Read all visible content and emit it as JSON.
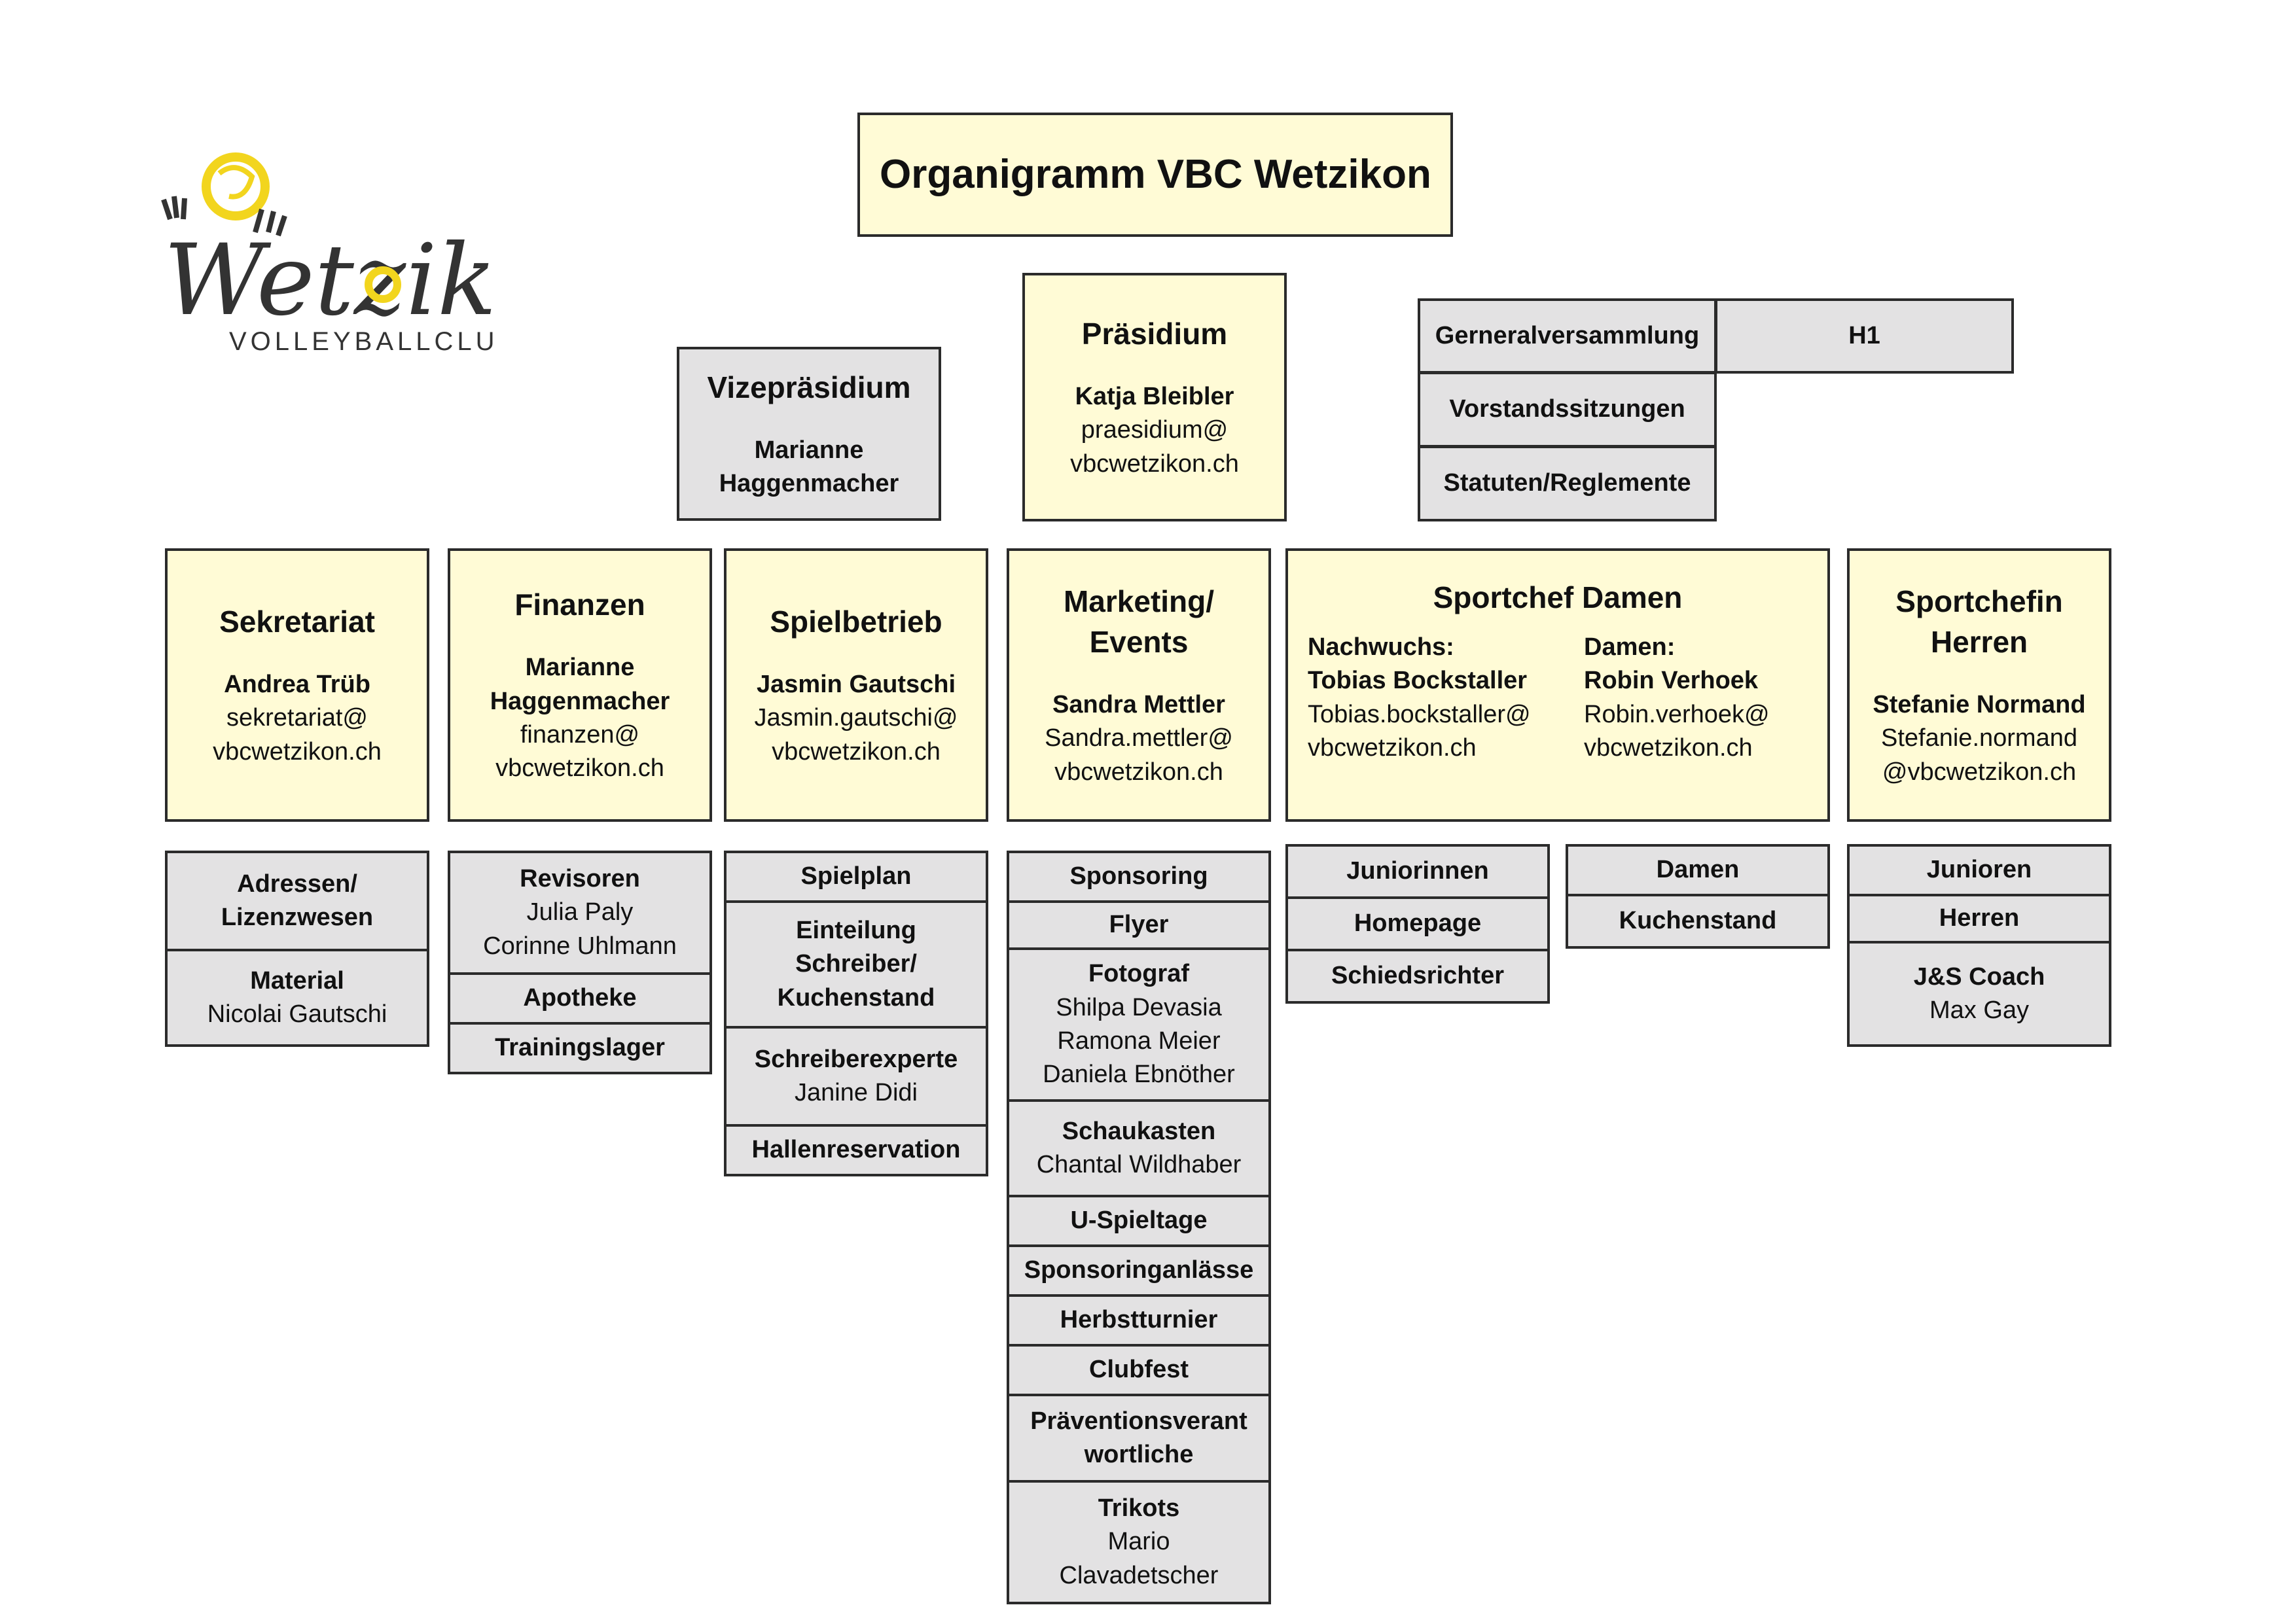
{
  "title": "Organigramm VBC Wetzikon",
  "logo": {
    "text": "Wetzikon",
    "subtitle": "VOLLEYBALLCLUB",
    "accent_color": "#f2d51e",
    "ink_color": "#333333"
  },
  "vize": {
    "title": "Vizepräsidium",
    "name_line1": "Marianne",
    "name_line2": "Haggenmacher"
  },
  "praesidium": {
    "title": "Präsidium",
    "name": "Katja Bleibler",
    "email1": "praesidium@",
    "email2": "vbcwetzikon.ch"
  },
  "governance": {
    "gv": "Gerneralversammlung",
    "h1": "H1",
    "vorstand": "Vorstandssitzungen",
    "statuten": "Statuten/Reglemente"
  },
  "departments": {
    "sekretariat": {
      "title": "Sekretariat",
      "name": "Andrea Trüb",
      "email1": "sekretariat@",
      "email2": "vbcwetzikon.ch"
    },
    "finanzen": {
      "title": "Finanzen",
      "name1": "Marianne",
      "name2": "Haggenmacher",
      "email1": "finanzen@",
      "email2": "vbcwetzikon.ch"
    },
    "spielbetrieb": {
      "title": "Spielbetrieb",
      "name": "Jasmin Gautschi",
      "email1": "Jasmin.gautschi@",
      "email2": "vbcwetzikon.ch"
    },
    "marketing": {
      "title1": "Marketing/",
      "title2": "Events",
      "name": "Sandra Mettler",
      "email1": "Sandra.mettler@",
      "email2": "vbcwetzikon.ch"
    },
    "sportchef_damen": {
      "title": "Sportchef Damen",
      "left": {
        "label": "Nachwuchs:",
        "name": "Tobias Bockstaller",
        "email1": "Tobias.bockstaller@",
        "email2": "vbcwetzikon.ch"
      },
      "right": {
        "label": "Damen:",
        "name": "Robin Verhoek",
        "email1": "Robin.verhoek@",
        "email2": "vbcwetzikon.ch"
      }
    },
    "sportchefin_herren": {
      "title1": "Sportchefin",
      "title2": "Herren",
      "name": "Stefanie Normand",
      "email1": "Stefanie.normand",
      "email2": "@vbcwetzikon.ch"
    }
  },
  "sub": {
    "sekretariat": {
      "adressen1": "Adressen/",
      "adressen2": "Lizenzwesen",
      "material": "Material",
      "material_name": "Nicolai Gautschi"
    },
    "finanzen": {
      "revisoren": "Revisoren",
      "rev1": "Julia Paly",
      "rev2": "Corinne Uhlmann",
      "apotheke": "Apotheke",
      "trainingslager": "Trainingslager"
    },
    "spielbetrieb": {
      "spielplan": "Spielplan",
      "einteilung1": "Einteilung",
      "einteilung2": "Schreiber/",
      "einteilung3": "Kuchenstand",
      "schreiberexperte": "Schreiberexperte",
      "schreiberexperte_name": "Janine Didi",
      "hallen": "Hallenreservation"
    },
    "marketing": {
      "sponsoring": "Sponsoring",
      "flyer": "Flyer",
      "fotograf": "Fotograf",
      "foto1": "Shilpa Devasia",
      "foto2": "Ramona Meier",
      "foto3": "Daniela Ebnöther",
      "schaukasten": "Schaukasten",
      "schaukasten_name": "Chantal Wildhaber",
      "uspieltage": "U-Spieltage",
      "sponsoringanlaesse": "Sponsoringanlässe",
      "herbstturnier": "Herbstturnier",
      "clubfest": "Clubfest",
      "praevention1": "Präventionsverant",
      "praevention2": "wortliche",
      "trikots": "Trikots",
      "trikots1": "Mario",
      "trikots2": "Clavadetscher"
    },
    "sportchef_damen_left": {
      "juniorinnen": "Juniorinnen",
      "homepage": "Homepage",
      "schiedsrichter": "Schiedsrichter"
    },
    "sportchef_damen_right": {
      "damen": "Damen",
      "kuchenstand": "Kuchenstand"
    },
    "herren": {
      "junioren": "Junioren",
      "herren": "Herren",
      "js": "J&S Coach",
      "js_name": "Max Gay"
    }
  }
}
